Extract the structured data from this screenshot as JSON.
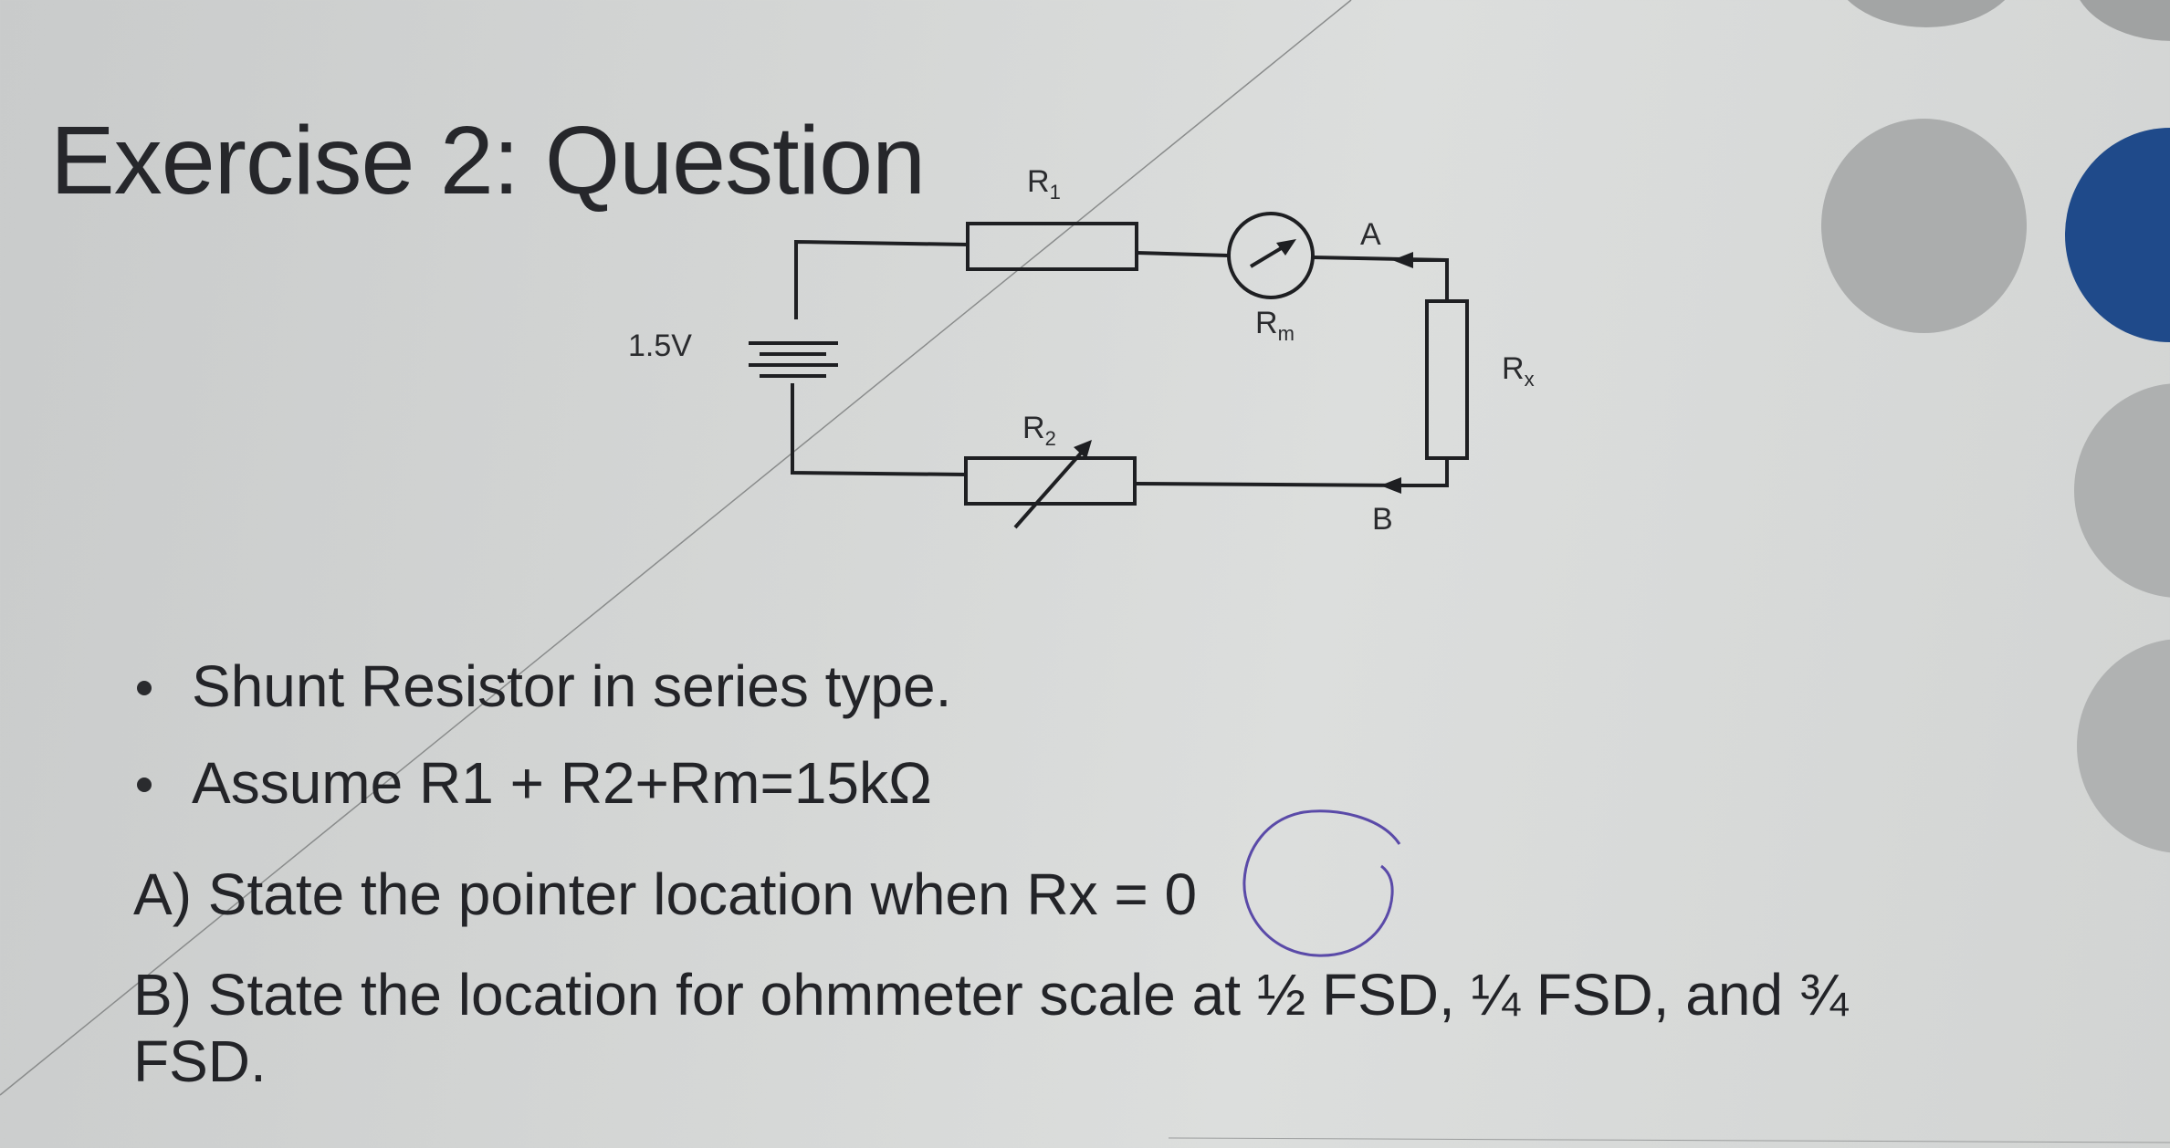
{
  "slide": {
    "title": "Exercise 2: Question",
    "circuit": {
      "source_label": "1.5V",
      "r1_label": "R",
      "r1_sub": "1",
      "r2_label": "R",
      "r2_sub": "2",
      "rm_label": "R",
      "rm_sub": "m",
      "rx_label": "R",
      "rx_sub": "x",
      "terminal_a": "A",
      "terminal_b": "B"
    },
    "bullets": [
      "Shunt Resistor in series type.",
      "Assume R1 + R2+Rm=15kΩ"
    ],
    "questions": {
      "a": "A) State the pointer location when Rx = 0",
      "b_line1": "B) State the location for ohmmeter scale at ½ FSD, ¼ FSD, and ¾",
      "b_line2": "FSD."
    },
    "annotation": {
      "circled_text": "Rx = 0",
      "ink_color": "#5a4aa8"
    },
    "colors": {
      "accent_blue": "#1f4a8a",
      "deco_gray": "#a9abab"
    }
  }
}
